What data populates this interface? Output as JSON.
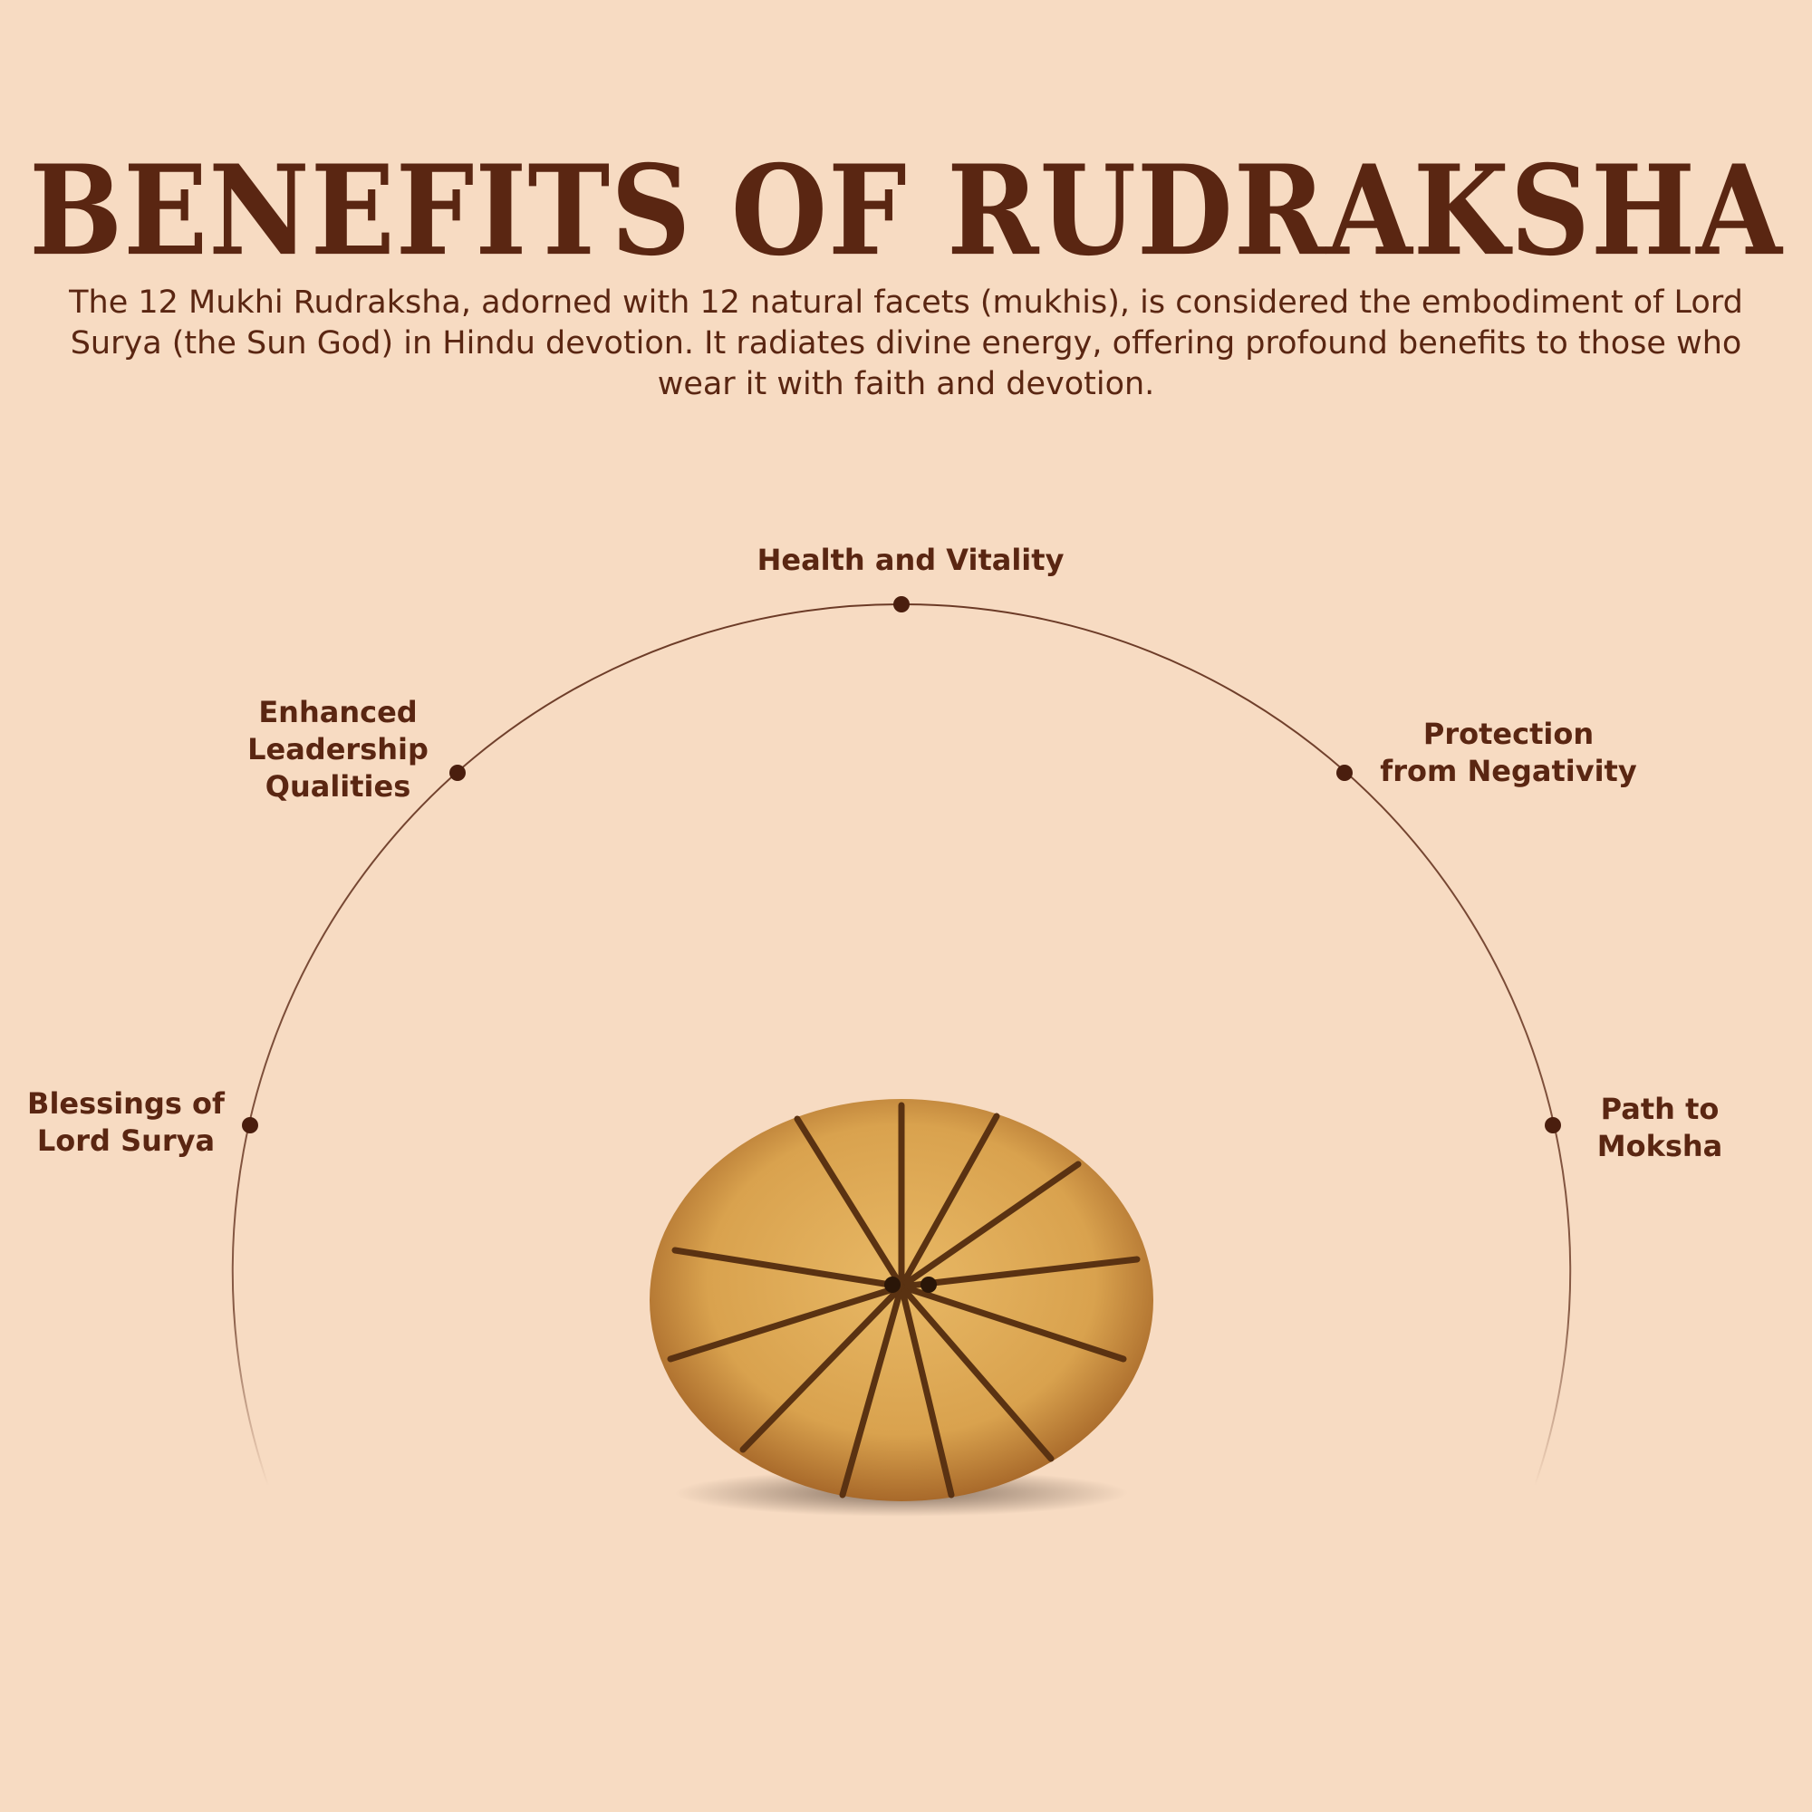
{
  "title": "BENEFITS OF RUDRAKSHA",
  "description": "The 12 Mukhi Rudraksha, adorned with 12 natural facets (mukhis), is considered the embodiment of Lord Surya (the Sun God) in Hindu devotion. It radiates divine energy, offering profound benefits to those who wear it with faith and devotion.",
  "benefits": [
    {
      "line1": "Blessings of",
      "line2": "Lord Surya",
      "line3": ""
    },
    {
      "line1": "Enhanced",
      "line2": "Leadership",
      "line3": "Qualities"
    },
    {
      "line1": "Health and Vitality",
      "line2": "",
      "line3": ""
    },
    {
      "line1": "Protection",
      "line2": "from Negativity",
      "line3": ""
    },
    {
      "line1": "Path to",
      "line2": "Moksha",
      "line3": ""
    }
  ],
  "colors": {
    "background": "#F7DBC2",
    "text": "#5A2612",
    "bead": "#D9A24E"
  }
}
